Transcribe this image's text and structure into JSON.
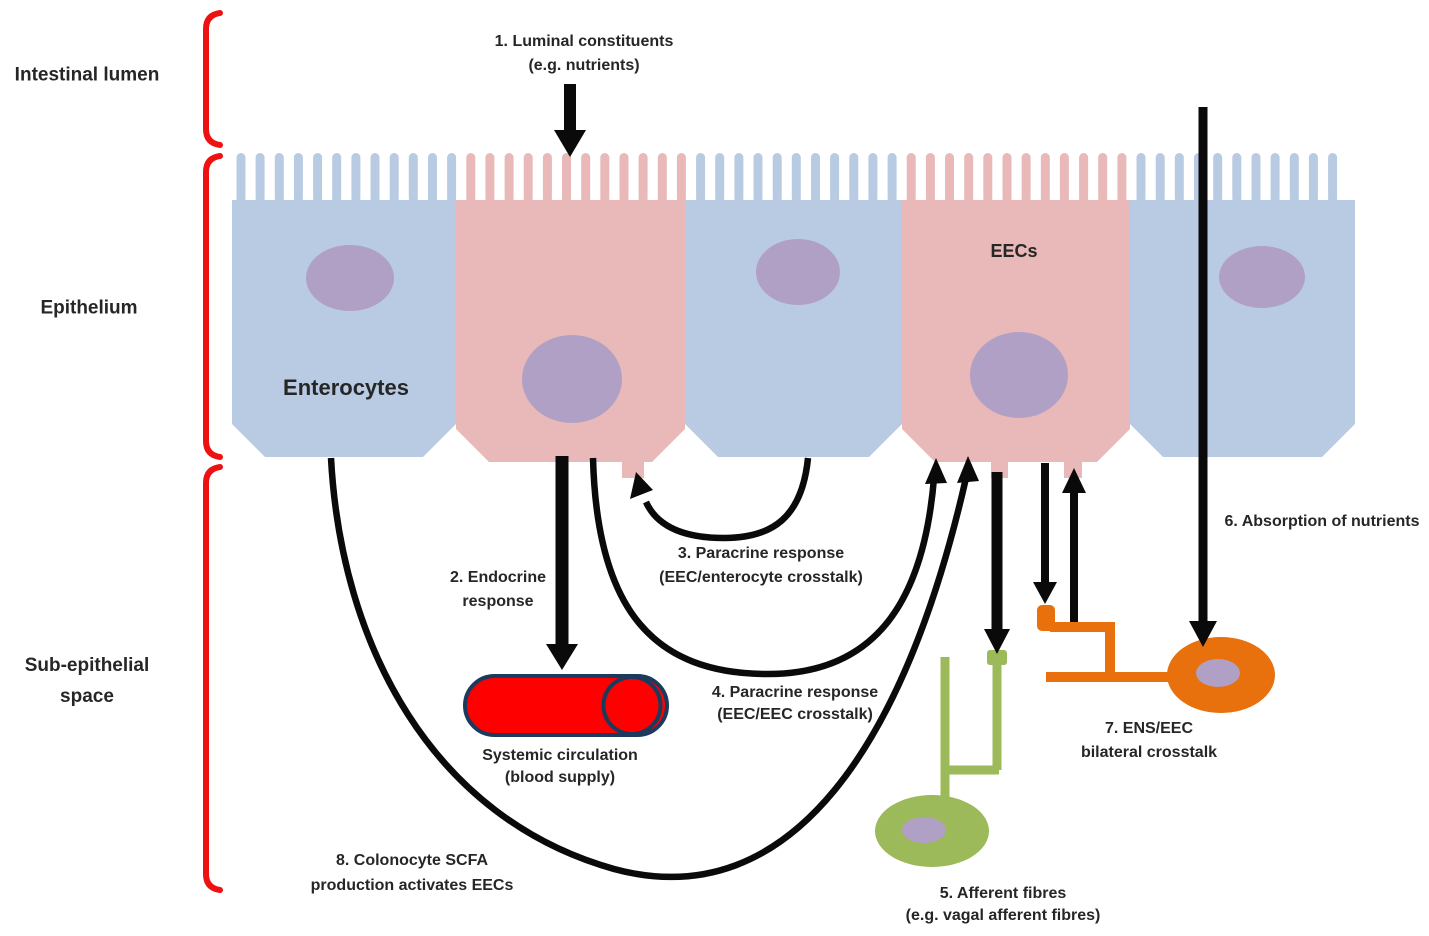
{
  "figure": {
    "region_labels": {
      "intestinal_lumen": "Intestinal lumen",
      "epithelium": "Epithelium",
      "subepithelial_line1": "Sub-epithelial",
      "subepithelial_line2": "space"
    },
    "cell_labels": {
      "enterocytes": "Enterocytes",
      "eecs": "EECs"
    },
    "annotations": {
      "luminal": {
        "l1": "1. Luminal constituents",
        "l2": "(e.g. nutrients)"
      },
      "endocrine": {
        "l1": "2. Endocrine",
        "l2": "response"
      },
      "paracrine_enterocyte": {
        "l1": "3. Paracrine response",
        "l2": "(EEC/enterocyte crosstalk)"
      },
      "paracrine_eec": {
        "l1": "4. Paracrine response",
        "l2": "(EEC/EEC crosstalk)"
      },
      "afferent": {
        "l1": "5. Afferent fibres",
        "l2": "(e.g. vagal afferent fibres)"
      },
      "absorption": {
        "l1": "6. Absorption of nutrients"
      },
      "ens": {
        "l1": "7. ENS/EEC",
        "l2": "bilateral crosstalk"
      },
      "scfa": {
        "l1": "8. Colonocyte SCFA",
        "l2": "production activates EECs"
      },
      "circulation": {
        "l1": "Systemic circulation",
        "l2": "(blood supply)"
      }
    },
    "colors": {
      "cell_blue": "#b8cbe2",
      "cell_pink": "#e8b9b8",
      "nucleus_purple": "#b1a0c6",
      "neuron_green": "#9cba59",
      "neuron_orange": "#e8710d",
      "capsule_red": "#fe0000",
      "capsule_outline": "#1b3a5e",
      "bracket_red": "#ee1111",
      "arrow_black": "#0a0a0a",
      "text": "#262626"
    }
  }
}
